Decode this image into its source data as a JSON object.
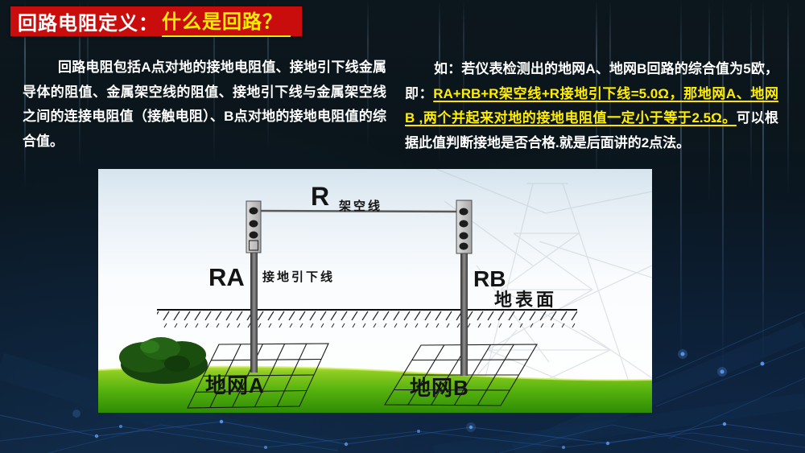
{
  "title": {
    "label": "回路电阻定义：",
    "highlight": "什么是回路？"
  },
  "left_paragraph": {
    "text": "回路电阻包括A点对地的接地电阻值、接地引下线金属导体的阻值、金属架空线的阻值、接地引下线与金属架空线之间的连接电阻值（接触电阻）、B点对地的接地电阻值的综合值。"
  },
  "right_paragraph": {
    "seg1": "如：若仪表检测出的地网A、地网B回路的综合值为5欧，即：",
    "seg2": "RA+RB+R架空线+R接地引下线=5.0Ω，",
    "seg3": "那地网A、地网B ,两个并起来对地的接地电阻值一定小于等于2.5Ω。",
    "seg4": "可以根据此值判断接地是否合格.就是后面讲的2点法。"
  },
  "diagram": {
    "overhead_r": "R",
    "overhead_line_label": "架空线",
    "label_ra": "RA",
    "downlead_label": "接地引下线",
    "label_rb": "RB",
    "ground_surface_label": "地表面",
    "grid_a_label": "地网A",
    "grid_b_label": "地网B"
  },
  "colors": {
    "banner_red": "#c90d0d",
    "highlight_yellow": "#ffee00",
    "body_text_white": "#ffffff",
    "background_dark": "#0b161f",
    "plexus_blue": "#2a62b8",
    "grass_green": "#57b30e",
    "sky_blue": "#d6e4ee"
  }
}
